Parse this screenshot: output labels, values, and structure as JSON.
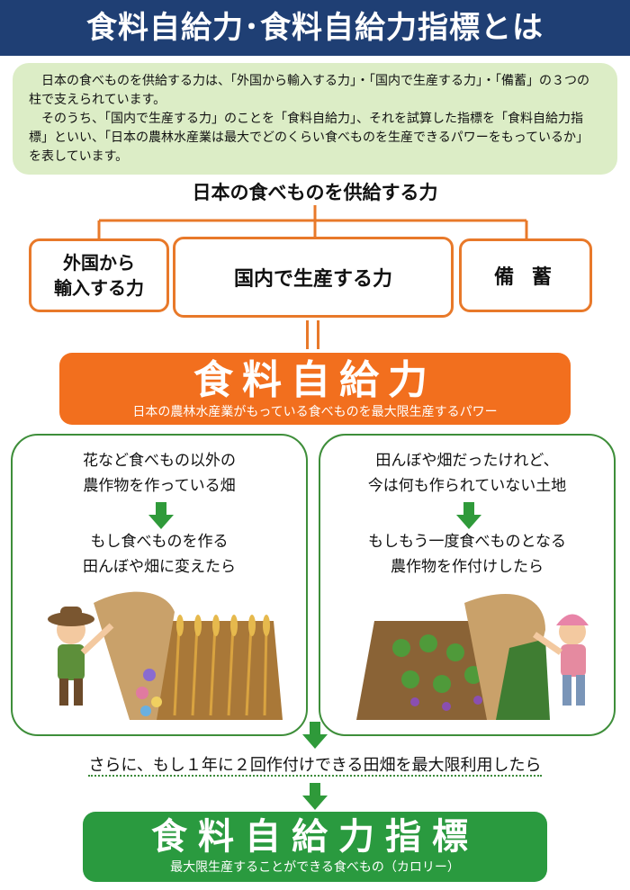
{
  "header": {
    "title": "食料自給力･食料自給力指標とは"
  },
  "intro": {
    "paragraph1": "日本の食べものを供給する力は、「外国から輸入する力」・「国内で生産する力」・「備蓄」の３つの柱で支えられています。",
    "paragraph2": "そのうち、「国内で生産する力」のことを「食料自給力」、それを試算した指標を「食料自給力指標」といい、「日本の農林水産業は最大でどのくらい食べものを生産できるパワーをもっているか」を表しています。"
  },
  "supply": {
    "title": "日本の食べものを供給する力",
    "import_line1": "外国から",
    "import_line2": "輸入する力",
    "domestic": "国内で生産する力",
    "stock": "備 蓄"
  },
  "self_sufficiency": {
    "title": "食料自給力",
    "subtitle": "日本の農林水産業がもっている食べものを最大限生産するパワー"
  },
  "left_panel": {
    "line1": "花など食べもの以外の",
    "line2": "農作物を作っている畑",
    "line3": "もし食べものを作る",
    "line4": "田んぼや畑に変えたら"
  },
  "right_panel": {
    "line1": "田んぼや畑だったけれど、",
    "line2": "今は何も作られていない土地",
    "line3": "もしもう一度食べものとなる",
    "line4": "農作物を作付けしたら"
  },
  "more": {
    "text": "さらに、もし１年に２回作付けできる田畑を最大限利用したら"
  },
  "index": {
    "title": "食料自給力指標",
    "subtitle": "最大限生産することができる食べもの（カロリー）"
  },
  "colors": {
    "header_bg": "#1f3f74",
    "intro_bg": "#dcedc6",
    "orange": "#f26f1e",
    "green": "#2a9a3f"
  }
}
